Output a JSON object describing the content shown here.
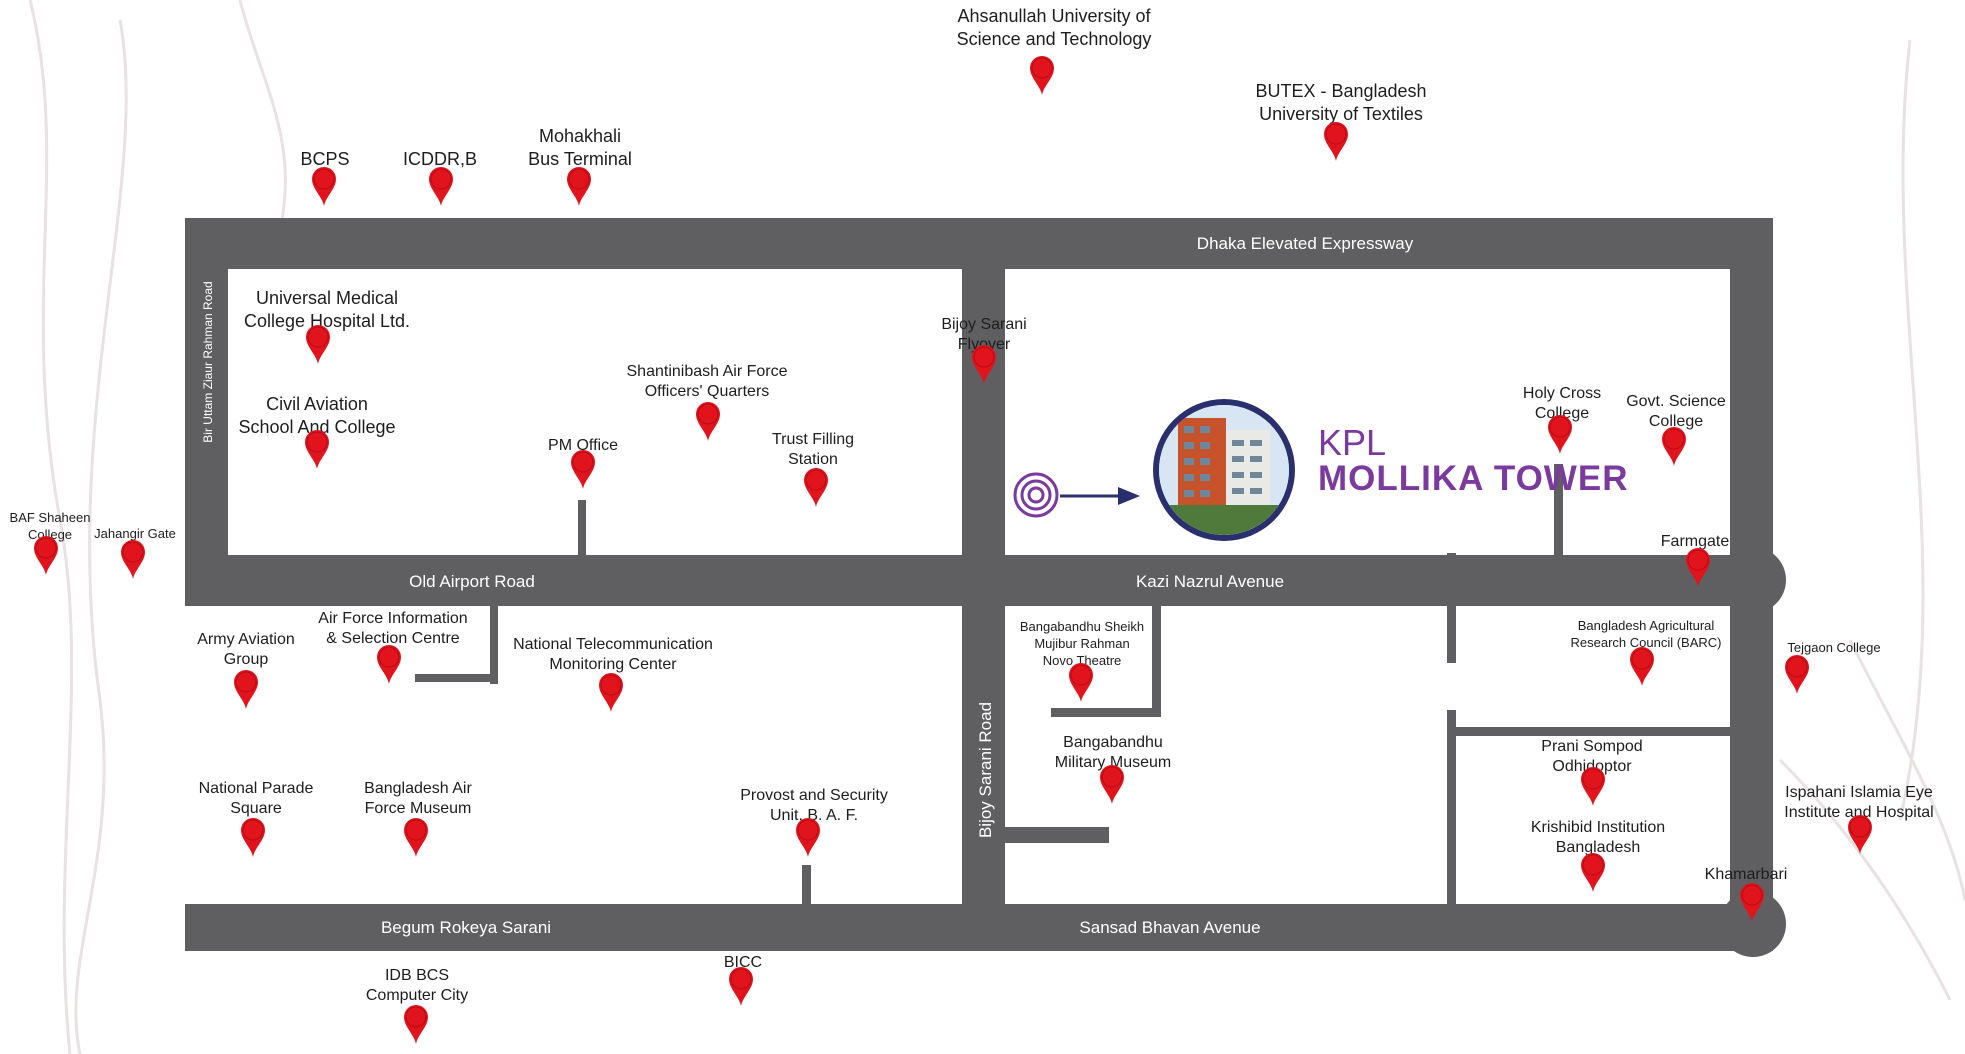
{
  "brand": {
    "prefix": "KPL",
    "name": "MOLLIKA TOWER",
    "color": "#7b3a9e"
  },
  "colors": {
    "road": "#5f5f61",
    "pin": "#e1141d",
    "marker": "#7b3a9e",
    "arrow": "#2a2f6e"
  },
  "roads": {
    "dhaka_elevated_expressway": "Dhaka Elevated Expressway",
    "bir_uttam_ziaur_rahman_road": "Bir Uttam Ziaur Rahman Road",
    "old_airport_road": "Old Airport Road",
    "kazi_nazrul_avenue": "Kazi Nazrul Avenue",
    "bijoy_sarani_road": "Bijoy Sarani Road",
    "begum_rokeya_sarani": "Begum Rokeya Sarani",
    "sansad_bhavan_avenue": "Sansad Bhavan Avenue"
  },
  "places": {
    "ahsanullah": "Ahsanullah University of\nScience and Technology",
    "butex": "BUTEX - Bangladesh\nUniversity of Textiles",
    "bcps": "BCPS",
    "icddrb": "ICDDR,B",
    "mohakhali": "Mohakhali\nBus Terminal",
    "universal_medical": "Universal Medical\nCollege Hospital Ltd.",
    "civil_aviation": "Civil Aviation\nSchool And College",
    "shantinibash": "Shantinibash Air Force\nOfficers' Quarters",
    "pm_office": "PM Office",
    "trust_filling": "Trust Filling\nStation",
    "bijoy_flyover": "Bijoy Sarani\nFlyover",
    "holy_cross": "Holy Cross\nCollege",
    "govt_science": "Govt. Science\nCollege",
    "farmgate": "Farmgate",
    "baf_shaheen": "BAF Shaheen\nCollege",
    "jahangir_gate": "Jahangir Gate",
    "army_aviation": "Army Aviation\nGroup",
    "air_force_info": "Air Force Information\n& Selection Centre",
    "ntmc": "National Telecommunication\nMonitoring Center",
    "novo_theatre": "Bangabandhu Sheikh\nMujibur Rahman\nNovo Theatre",
    "barc": "Bangladesh Agricultural\nResearch Council (BARC)",
    "tejgaon": "Tejgaon College",
    "military_museum": "Bangabandhu\nMilitary Museum",
    "prani_sompod": "Prani Sompod\nOdhidoptor",
    "krishibid": "Krishibid Institution\nBangladesh",
    "ispahani": "Ispahani Islamia Eye\nInstitute and Hospital",
    "national_parade": "National Parade\nSquare",
    "baf_museum": "Bangladesh Air\nForce Museum",
    "provost": "Provost and Security\nUnit, B. A. F.",
    "khamarbari": "Khamarbari",
    "idb_bcs": "IDB BCS\nComputer City",
    "bicc": "BICC"
  }
}
